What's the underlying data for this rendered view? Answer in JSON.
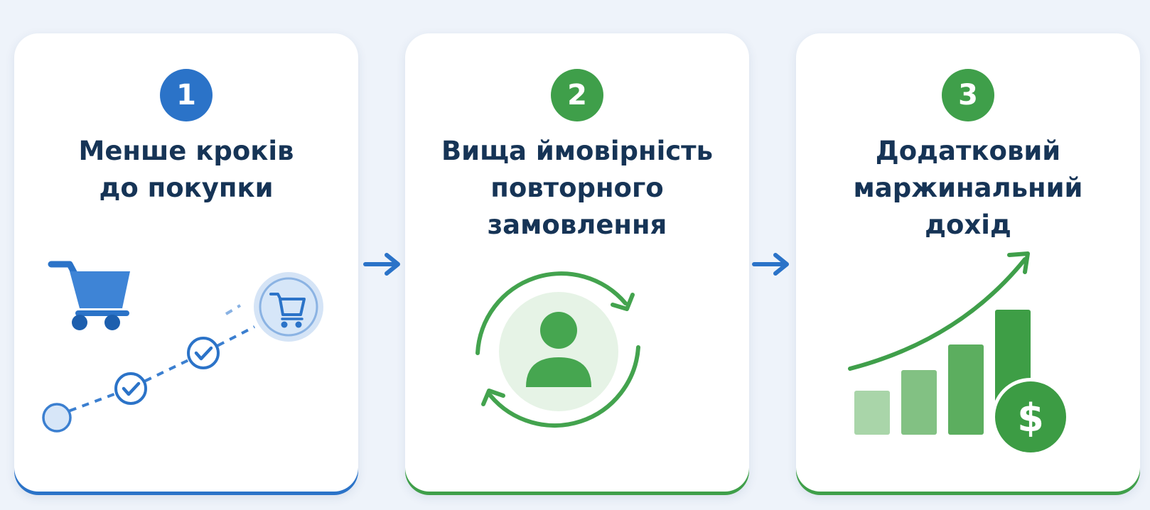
{
  "colors": {
    "blue": "#2b73c8",
    "green": "#3f9f4a",
    "title_text": "#163456",
    "background": "#eef3fa"
  },
  "steps": [
    {
      "number": "1",
      "title_lines": [
        "Менше кроків",
        "до покупки"
      ],
      "accent": "#2b73c8",
      "icons": [
        "shopping-cart-icon",
        "checkmark-icon",
        "step-path"
      ]
    },
    {
      "number": "2",
      "title_lines": [
        "Вища ймовірність",
        "повторного",
        "замовлення"
      ],
      "accent": "#3f9f4a",
      "icons": [
        "repeat-cycle-icon",
        "user-icon"
      ]
    },
    {
      "number": "3",
      "title_lines": [
        "Додатковий",
        "маржинальний",
        "дохід"
      ],
      "accent": "#3f9f4a",
      "icons": [
        "growth-arrow-icon",
        "bar-chart-icon",
        "dollar-coin-icon"
      ]
    }
  ],
  "connectors": [
    "arrow-right-icon",
    "arrow-right-icon"
  ]
}
